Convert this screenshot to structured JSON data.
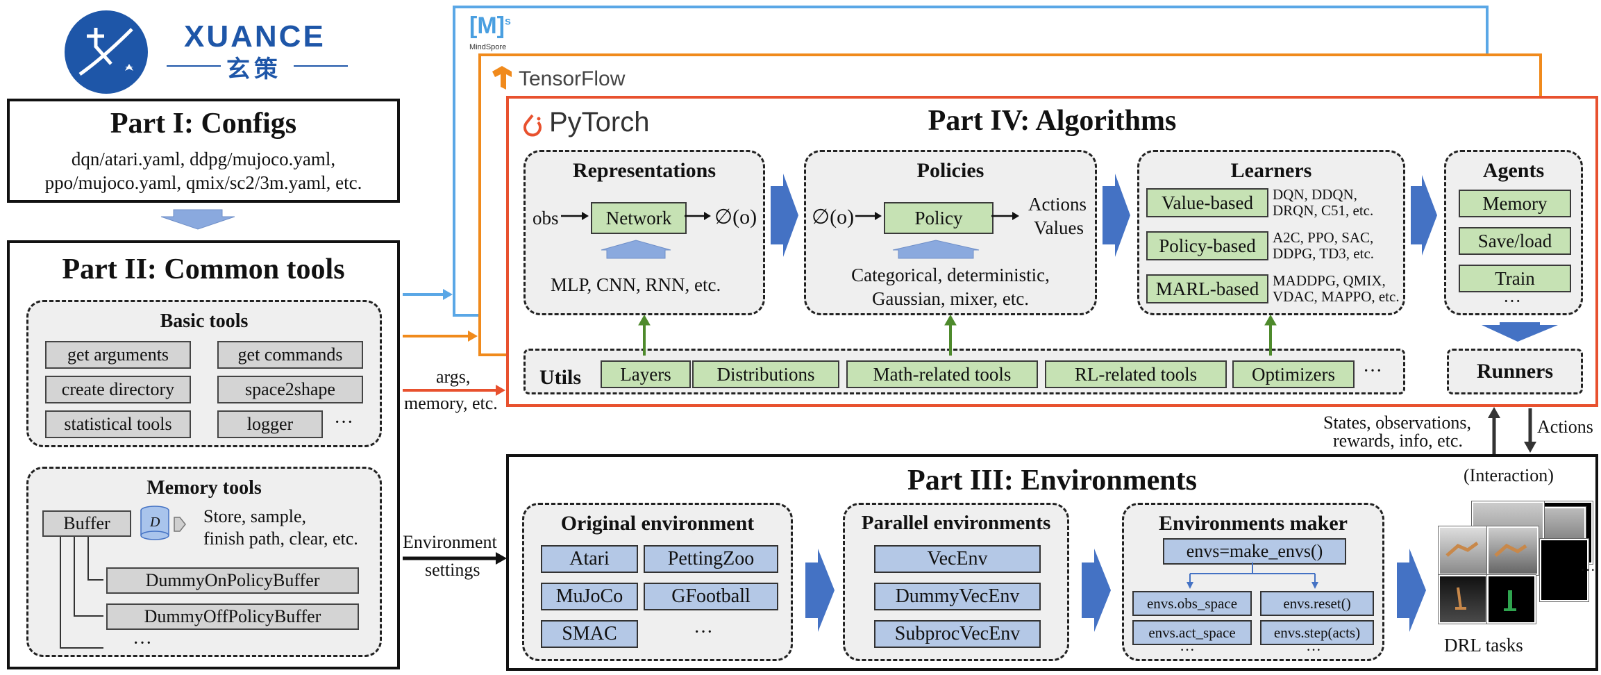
{
  "logo": {
    "name": "XUANCE",
    "chinese": "玄策"
  },
  "frameworks": {
    "mindspore": "MindSpore",
    "tensorflow": "TensorFlow",
    "pytorch": "PyTorch"
  },
  "part1": {
    "title": "Part I: Configs",
    "line1": "dqn/atari.yaml, ddpg/mujoco.yaml,",
    "line2": "ppo/mujoco.yaml, qmix/sc2/3m.yaml, etc."
  },
  "part2": {
    "title": "Part II: Common tools",
    "basic": {
      "title": "Basic tools",
      "items": [
        "get arguments",
        "get commands",
        "create directory",
        "space2shape",
        "statistical tools",
        "logger"
      ],
      "more": "···"
    },
    "memory": {
      "title": "Memory tools",
      "buffer": "Buffer",
      "db_label": "D",
      "desc1": "Store, sample,",
      "desc2": "finish path, clear, etc.",
      "items": [
        "DummyOnPolicyBuffer",
        "DummyOffPolicyBuffer"
      ],
      "more": "···"
    }
  },
  "part4": {
    "title": "Part IV: Algorithms",
    "representations": {
      "title": "Representations",
      "input": "obs",
      "box": "Network",
      "output": "∅(o)",
      "note": "MLP, CNN, RNN, etc."
    },
    "policies": {
      "title": "Policies",
      "input": "∅(o)",
      "box": "Policy",
      "out1": "Actions",
      "out2": "Values",
      "note1": "Categorical, deterministic,",
      "note2": "Gaussian, mixer, etc."
    },
    "learners": {
      "title": "Learners",
      "rows": [
        {
          "box": "Value-based",
          "l1": "DQN, DDQN,",
          "l2": "DRQN, C51, etc."
        },
        {
          "box": "Policy-based",
          "l1": "A2C, PPO, SAC,",
          "l2": "DDPG, TD3, etc."
        },
        {
          "box": "MARL-based",
          "l1": "MADDPG, QMIX,",
          "l2": "VDAC, MAPPO, etc."
        }
      ]
    },
    "agents": {
      "title": "Agents",
      "items": [
        "Memory",
        "Save/load",
        "Train"
      ],
      "more": "···"
    },
    "utils": {
      "label": "Utils",
      "items": [
        "Layers",
        "Distributions",
        "Math-related tools",
        "RL-related tools",
        "Optimizers"
      ],
      "more": "···"
    },
    "runners": "Runners"
  },
  "flow": {
    "args1": "args,",
    "args2": "memory, etc.",
    "env1": "Environment",
    "env2": "settings",
    "states1": "States, observations,",
    "states2": "rewards, info, etc.",
    "actions": "Actions",
    "interaction": "(Interaction)"
  },
  "part3": {
    "title": "Part III: Environments",
    "original": {
      "title": "Original environment",
      "items": [
        "Atari",
        "PettingZoo",
        "MuJoCo",
        "GFootball",
        "SMAC"
      ],
      "more": "···"
    },
    "parallel": {
      "title": "Parallel environments",
      "items": [
        "VecEnv",
        "DummyVecEnv",
        "SubprocVecEnv"
      ]
    },
    "maker": {
      "title": "Environments maker",
      "call": "envs=make_envs()",
      "items": [
        "envs.obs_space",
        "envs.reset()",
        "envs.act_space",
        "envs.step(acts)"
      ],
      "more": "···"
    },
    "tasks": "DRL tasks"
  },
  "colors": {
    "mindspore": "#5aa7e6",
    "tensorflow": "#f08a1c",
    "pytorch": "#e8512e",
    "blue_arrow": "#4472c4",
    "green_box": "#c6e2b4",
    "blue_box": "#b4c8e6",
    "grey_box": "#d4d4d4"
  }
}
